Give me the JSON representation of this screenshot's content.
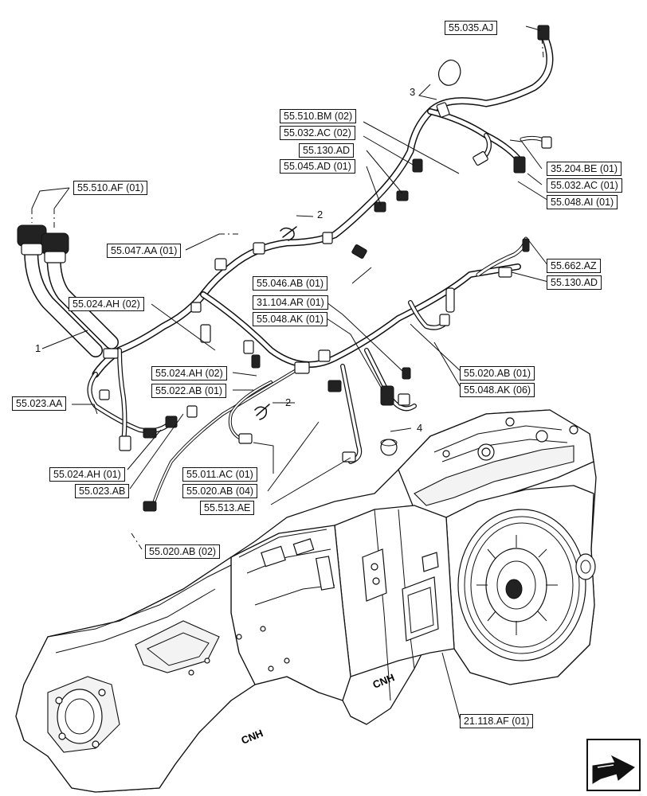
{
  "diagram": {
    "callouts": [
      {
        "id": "c1",
        "text": "55.035.AJ"
      },
      {
        "id": "c2",
        "text": "55.510.BM (02)"
      },
      {
        "id": "c3",
        "text": "55.032.AC (02)"
      },
      {
        "id": "c4",
        "text": "55.130.AD"
      },
      {
        "id": "c5",
        "text": "55.045.AD (01)"
      },
      {
        "id": "c6",
        "text": "35.204.BE (01)"
      },
      {
        "id": "c7",
        "text": "55.032.AC (01)"
      },
      {
        "id": "c8",
        "text": "55.048.AI (01)"
      },
      {
        "id": "c9",
        "text": "55.510.AF (01)"
      },
      {
        "id": "c10",
        "text": "55.047.AA (01)"
      },
      {
        "id": "c11",
        "text": "55.662.AZ"
      },
      {
        "id": "c12",
        "text": "55.046.AB (01)"
      },
      {
        "id": "c13",
        "text": "55.130.AD"
      },
      {
        "id": "c14",
        "text": "55.024.AH (02)"
      },
      {
        "id": "c15",
        "text": "31.104.AR (01)"
      },
      {
        "id": "c16",
        "text": "55.048.AK (01)"
      },
      {
        "id": "c17",
        "text": "55.024.AH (02)"
      },
      {
        "id": "c18",
        "text": "55.022.AB (01)"
      },
      {
        "id": "c19",
        "text": "55.020.AB (01)"
      },
      {
        "id": "c20",
        "text": "55.048.AK (06)"
      },
      {
        "id": "c21",
        "text": "55.023.AA"
      },
      {
        "id": "c22",
        "text": "55.024.AH (01)"
      },
      {
        "id": "c23",
        "text": "55.011.AC (01)"
      },
      {
        "id": "c24",
        "text": "55.023.AB"
      },
      {
        "id": "c25",
        "text": "55.020.AB (04)"
      },
      {
        "id": "c26",
        "text": "55.513.AE"
      },
      {
        "id": "c27",
        "text": "55.020.AB (02)"
      },
      {
        "id": "c28",
        "text": "21.118.AF (01)"
      }
    ],
    "item_numbers": [
      {
        "id": "n3",
        "text": "3"
      },
      {
        "id": "n2a",
        "text": "2"
      },
      {
        "id": "n1",
        "text": "1"
      },
      {
        "id": "n2b",
        "text": "2"
      },
      {
        "id": "n4",
        "text": "4"
      }
    ],
    "housing_markings": [
      "CNH",
      "CNH"
    ],
    "nav_icon": "next-page-arrow-icon"
  }
}
